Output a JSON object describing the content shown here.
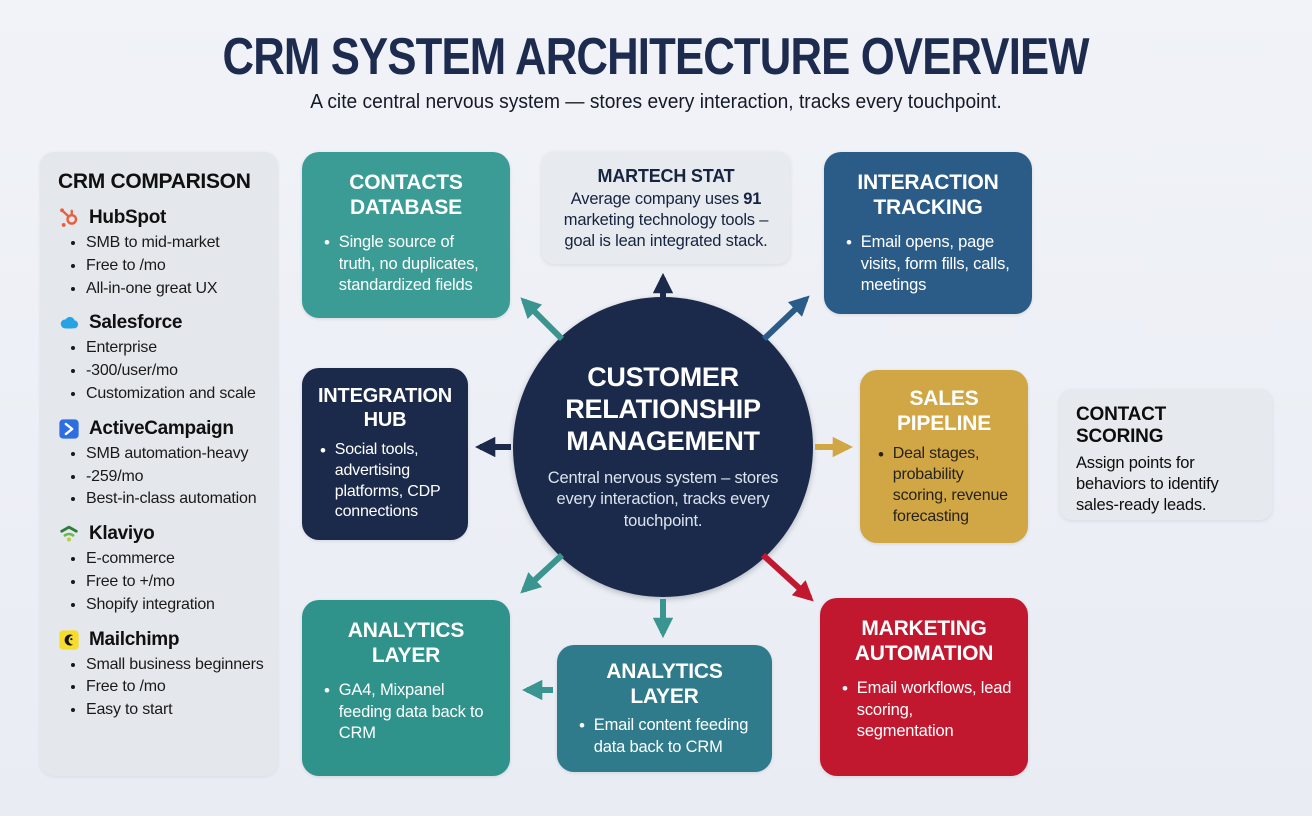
{
  "header": {
    "title": "CRM SYSTEM ARCHITECTURE OVERVIEW",
    "subtitle": "A cite central nervous system — stores every interaction, tracks every touchpoint."
  },
  "sidebar": {
    "title": "CRM COMPARISON",
    "entries": [
      {
        "name": "HubSpot",
        "icon": "hubspot-sprocket-icon",
        "icon_color": "#e8603d",
        "bullets": [
          "SMB to mid-market",
          "Free to /mo",
          "All-in-one great UX"
        ]
      },
      {
        "name": "Salesforce",
        "icon": "salesforce-cloud-icon",
        "icon_color": "#27a3e3",
        "bullets": [
          "Enterprise",
          "-300/user/mo",
          "Customization and scale"
        ]
      },
      {
        "name": "ActiveCampaign",
        "icon": "activecampaign-chevron-icon",
        "icon_color": "#2d6fe0",
        "bullets": [
          "SMB automation-heavy",
          "-259/mo",
          "Best-in-class automation"
        ]
      },
      {
        "name": "Klaviyo",
        "icon": "klaviyo-signal-icon",
        "icon_color": "#3fa14f",
        "bullets": [
          "E-commerce",
          "Free to +/mo",
          "Shopify integration"
        ]
      },
      {
        "name": "Mailchimp",
        "icon": "mailchimp-freddie-icon",
        "icon_color": "#f6dd2b",
        "bullets": [
          "Small business beginners",
          "Free to /mo",
          "Easy to start"
        ]
      }
    ]
  },
  "center": {
    "title": "CUSTOMER RELATIONSHIP MANAGEMENT",
    "subtitle": "Central nervous system – stores every interaction, tracks every touchpoint.",
    "color": "#1b2a4a"
  },
  "nodes": {
    "contacts": {
      "title": "CONTACTS DATABASE",
      "bullet": "Single source of truth, no duplicates, standardized fields",
      "color": "#3b9c95"
    },
    "martech": {
      "title": "MARTECH STAT",
      "body_pre": "Average company uses ",
      "body_bold": "91",
      "body_post": " marketing technology tools – goal is lean integrated stack.",
      "color": "#e7eaee"
    },
    "interaction": {
      "title": "INTERACTION TRACKING",
      "bullet": "Email opens, page visits, form fills, calls, meetings",
      "color": "#2b5c88"
    },
    "integration": {
      "title": "INTEGRATION HUB",
      "bullet": "Social tools, advertising platforms, CDP connections",
      "color": "#1b2a4a"
    },
    "sales": {
      "title": "SALES PIPELINE",
      "bullet": "Deal stages, probability scoring, revenue forecasting",
      "color": "#d1a746",
      "bullet_color": "#26221a"
    },
    "scoring": {
      "title": "CONTACT SCORING",
      "body": "Assign points for behaviors to identify sales-ready leads.",
      "color": "#e6e9ed"
    },
    "analytics_left": {
      "title": "ANALYTICS LAYER",
      "bullet": "GA4, Mixpanel feeding data back to CRM",
      "color": "#2f938c"
    },
    "analytics_bottom": {
      "title": "ANALYTICS LAYER",
      "bullet": "Email content feeding data back to CRM",
      "color": "#2f7b8c"
    },
    "marketing": {
      "title": "MARKETING AUTOMATION",
      "bullet": "Email workflows, lead scoring, segmentation",
      "color": "#c1182f"
    }
  },
  "arrow_colors": {
    "teal": "#3a948f",
    "navy": "#1b2a4a",
    "steel": "#2b5c88",
    "gold": "#d1a746",
    "red": "#c1182f"
  }
}
